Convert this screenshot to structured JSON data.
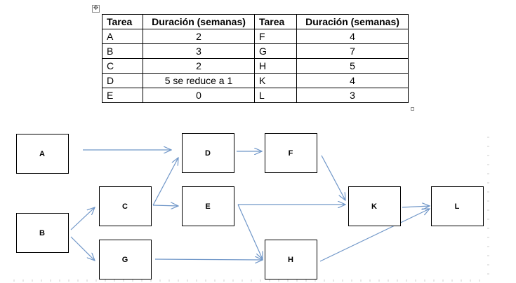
{
  "table": {
    "headers": [
      "Tarea",
      "Duración (semanas)",
      "Tarea",
      "Duración (semanas)"
    ],
    "rows": [
      [
        "A",
        "2",
        "F",
        "4"
      ],
      [
        "B",
        "3",
        "G",
        "7"
      ],
      [
        "C",
        "2",
        "H",
        "5"
      ],
      [
        "D",
        "5 se reduce a 1",
        "K",
        "4"
      ],
      [
        "E",
        "0",
        "L",
        "3"
      ]
    ]
  },
  "icons": {
    "move_handle": "move-arrows-icon"
  },
  "colors": {
    "arrow": "#6f96c8",
    "box_border": "#000000",
    "tick": "#cccccc"
  },
  "diagram": {
    "nodes": [
      {
        "id": "A",
        "label": "A"
      },
      {
        "id": "B",
        "label": "B"
      },
      {
        "id": "C",
        "label": "C"
      },
      {
        "id": "G",
        "label": "G"
      },
      {
        "id": "D",
        "label": "D"
      },
      {
        "id": "E",
        "label": "E"
      },
      {
        "id": "F",
        "label": "F"
      },
      {
        "id": "H",
        "label": "H"
      },
      {
        "id": "K",
        "label": "K"
      },
      {
        "id": "L",
        "label": "L"
      }
    ],
    "edges": [
      [
        "A",
        "D"
      ],
      [
        "B",
        "C"
      ],
      [
        "B",
        "G"
      ],
      [
        "C",
        "D"
      ],
      [
        "C",
        "E"
      ],
      [
        "D",
        "F"
      ],
      [
        "E",
        "K"
      ],
      [
        "E",
        "H"
      ],
      [
        "G",
        "H"
      ],
      [
        "F",
        "K"
      ],
      [
        "K",
        "L"
      ],
      [
        "H",
        "L"
      ]
    ]
  }
}
